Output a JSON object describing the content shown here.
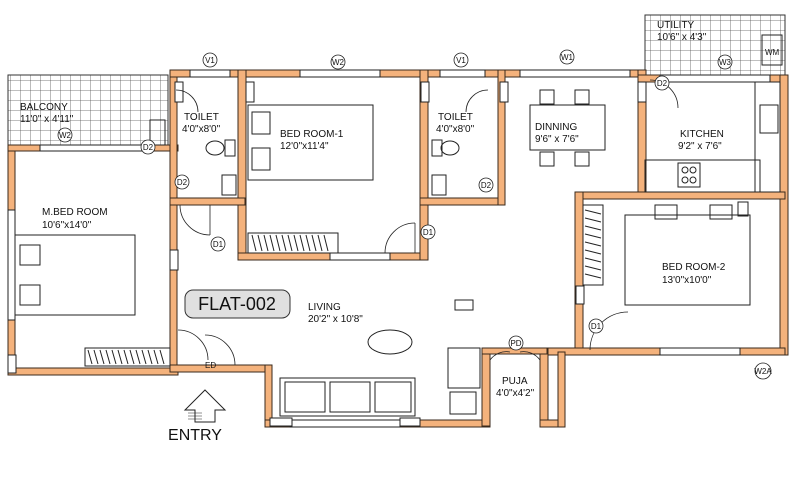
{
  "flat": {
    "label": "FLAT-002"
  },
  "entry": {
    "label": "ENTRY"
  },
  "rooms": {
    "balcony": {
      "name": "BALCONY",
      "size": "11'0\" x 4'11\""
    },
    "toilet1": {
      "name": "TOILET",
      "size": "4'0\"x8'0\""
    },
    "bedroom1": {
      "name": "BED ROOM-1",
      "size": "12'0\"x11'4\""
    },
    "toilet2": {
      "name": "TOILET",
      "size": "4'0\"x8'0\""
    },
    "dinning": {
      "name": "DINNING",
      "size": "9'6\" x 7'6\""
    },
    "utility": {
      "name": "UTILITY",
      "size": "10'6\" x 4'3\""
    },
    "kitchen": {
      "name": "KITCHEN",
      "size": "9'2\" x 7'6\""
    },
    "mbedroom": {
      "name": "M.BED ROOM",
      "size": "10'6\"x14'0\""
    },
    "bedroom2": {
      "name": "BED ROOM-2",
      "size": "13'0\"x10'0\""
    },
    "living": {
      "name": "LIVING",
      "size": "20'2\" x 10'8\""
    },
    "puja": {
      "name": "PUJA",
      "size": "4'0\"x4'2\""
    }
  },
  "tags": {
    "v1a": "V1",
    "w2a": "W2",
    "v1b": "V1",
    "w1": "W1",
    "w3": "W3",
    "w2b": "W2",
    "d2a": "D2",
    "d2b": "D2",
    "d2c": "D2",
    "d2d": "D2",
    "d1a": "D1",
    "d1b": "D1",
    "d1c": "D1",
    "ed": "ED",
    "pd": "PD",
    "w2c": "W2A",
    "wm": "WM"
  }
}
